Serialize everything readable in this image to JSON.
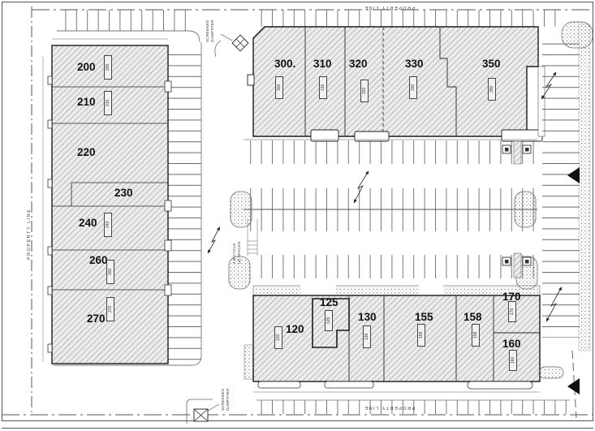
{
  "sheet": {
    "property_line_label": "PROPERTY LINE"
  },
  "buildings": {
    "west": {
      "units": [
        {
          "label": "200",
          "tag": "200"
        },
        {
          "label": "210",
          "tag": "210"
        },
        {
          "label": "220"
        },
        {
          "label": "230"
        },
        {
          "label": "240",
          "tag": "240"
        },
        {
          "label": "260",
          "tag": "260"
        },
        {
          "label": "270",
          "tag": "270"
        }
      ]
    },
    "north": {
      "units": [
        {
          "label": "300.",
          "tag": "300"
        },
        {
          "label": "310",
          "tag": "310"
        },
        {
          "label": "320",
          "tag": "320"
        },
        {
          "label": "330",
          "tag": "330"
        },
        {
          "label": "350",
          "tag": "350"
        }
      ]
    },
    "south": {
      "units": [
        {
          "label": "120",
          "tag": "120"
        },
        {
          "label": "125",
          "tag": "125"
        },
        {
          "label": "130",
          "tag": "130"
        },
        {
          "label": "155",
          "tag": "155"
        },
        {
          "label": "158",
          "tag": "158"
        },
        {
          "label": "170",
          "tag": "170"
        },
        {
          "label": "160",
          "tag": "160"
        }
      ]
    }
  },
  "annotations": {
    "screened_dumpster_line1": "SCREENED",
    "screened_dumpster_line2": "DUMPSTER",
    "bicycle_line1": "4 BICYCLE",
    "bicycle_line2": "(4) SPACES"
  },
  "colors": {
    "outline": "#1b1b1b",
    "hatch": "#909090",
    "curb": "#777777",
    "marker": "#111111"
  }
}
